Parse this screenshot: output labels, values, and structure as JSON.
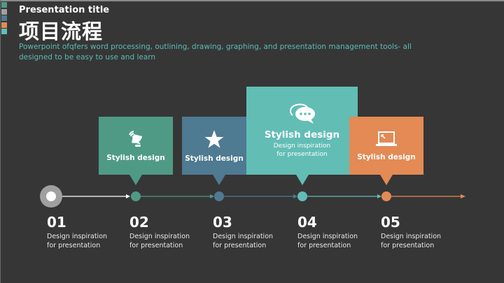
{
  "header": {
    "presentation_title": "Presentation title",
    "title": "项目流程",
    "description": "Powerpoint ofqfers word processing, outlining, drawing, graphing, and presentation management tools- all designed to be easy to use and learn"
  },
  "colors": {
    "green": "#4f9a85",
    "gray": "#a0a0a0",
    "blue": "#4e7a92",
    "orange": "#e38a55",
    "teal": "#62bdb5"
  },
  "cards": [
    {
      "icon": "satellite-dish-icon",
      "label": "Stylish design"
    },
    {
      "icon": "star-icon",
      "label": "Stylish design"
    },
    {
      "icon": "chat-bubbles-icon",
      "label": "Stylish design",
      "sub": "Design inspiration for presentation"
    },
    {
      "icon": "laptop-icon",
      "label": "Stylish design"
    }
  ],
  "steps": [
    {
      "num": "01",
      "line1": "Design inspiration",
      "line2": "for presentation"
    },
    {
      "num": "02",
      "line1": "Design inspiration",
      "line2": "for presentation"
    },
    {
      "num": "03",
      "line1": "Design inspiration",
      "line2": "for presentation"
    },
    {
      "num": "04",
      "line1": "Design inspiration",
      "line2": "for presentation"
    },
    {
      "num": "05",
      "line1": "Design inspiration",
      "line2": "for presentation"
    }
  ]
}
